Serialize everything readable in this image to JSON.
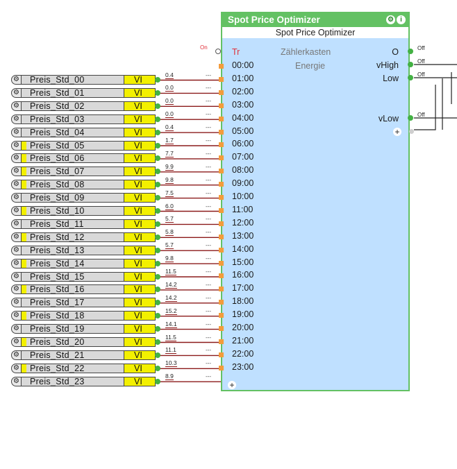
{
  "block": {
    "title": "Spot Price Optimizer",
    "subtitle": "Spot Price Optimizer",
    "label_meter": "Zählerkasten",
    "label_energy": "Energie",
    "trigger_label": "Tr",
    "trigger_value": "On",
    "outputs": [
      {
        "name": "O",
        "value": "Off"
      },
      {
        "name": "vHigh",
        "value": "Off"
      },
      {
        "name": "Low",
        "value": "Off"
      },
      {
        "name": "vLow",
        "value": "Off"
      }
    ],
    "plus_symbol": "+",
    "hours": [
      "00:00",
      "01:00",
      "02:00",
      "03:00",
      "04:00",
      "05:00",
      "06:00",
      "07:00",
      "08:00",
      "09:00",
      "10:00",
      "11:00",
      "12:00",
      "13:00",
      "14:00",
      "15:00",
      "16:00",
      "17:00",
      "18:00",
      "19:00",
      "20:00",
      "21:00",
      "22:00",
      "23:00"
    ]
  },
  "inputs": [
    {
      "name": "Preis_Std_00",
      "type": "VI",
      "value": "0.4"
    },
    {
      "name": "Preis_Std_01",
      "type": "VI",
      "value": "0.0"
    },
    {
      "name": "Preis_Std_02",
      "type": "VI",
      "value": "0.0"
    },
    {
      "name": "Preis_Std_03",
      "type": "VI",
      "value": "0.0"
    },
    {
      "name": "Preis_Std_04",
      "type": "VI",
      "value": "0.4"
    },
    {
      "name": "Preis_Std_05",
      "type": "VI",
      "value": "1.7"
    },
    {
      "name": "Preis_Std_06",
      "type": "VI",
      "value": "7.7"
    },
    {
      "name": "Preis_Std_07",
      "type": "VI",
      "value": "9.9"
    },
    {
      "name": "Preis_Std_08",
      "type": "VI",
      "value": "9.8"
    },
    {
      "name": "Preis_Std_09",
      "type": "VI",
      "value": "7.5"
    },
    {
      "name": "Preis_Std_10",
      "type": "VI",
      "value": "6.0"
    },
    {
      "name": "Preis_Std_11",
      "type": "VI",
      "value": "5.7"
    },
    {
      "name": "Preis_Std_12",
      "type": "VI",
      "value": "5.8"
    },
    {
      "name": "Preis_Std_13",
      "type": "VI",
      "value": "5.7"
    },
    {
      "name": "Preis_Std_14",
      "type": "VI",
      "value": "9.8"
    },
    {
      "name": "Preis_Std_15",
      "type": "VI",
      "value": "11.5"
    },
    {
      "name": "Preis_Std_16",
      "type": "VI",
      "value": "14.2"
    },
    {
      "name": "Preis_Std_17",
      "type": "VI",
      "value": "14.2"
    },
    {
      "name": "Preis_Std_18",
      "type": "VI",
      "value": "15.2"
    },
    {
      "name": "Preis_Std_19",
      "type": "VI",
      "value": "14.1"
    },
    {
      "name": "Preis_Std_20",
      "type": "VI",
      "value": "11.5"
    },
    {
      "name": "Preis_Std_21",
      "type": "VI",
      "value": "11.1"
    },
    {
      "name": "Preis_Std_22",
      "type": "VI",
      "value": "10.3"
    },
    {
      "name": "Preis_Std_23",
      "type": "VI",
      "value": "8.9"
    }
  ],
  "dash_label": "---",
  "gear_symbol": "⚙",
  "info_symbol": "i",
  "colors": {
    "wire": "#8b1a1a",
    "block_border": "#63c163",
    "block_fill": "#bfe0ff",
    "vi_yellow": "#f3f000",
    "port_green": "#43b143",
    "port_orange": "#f39c3c"
  }
}
